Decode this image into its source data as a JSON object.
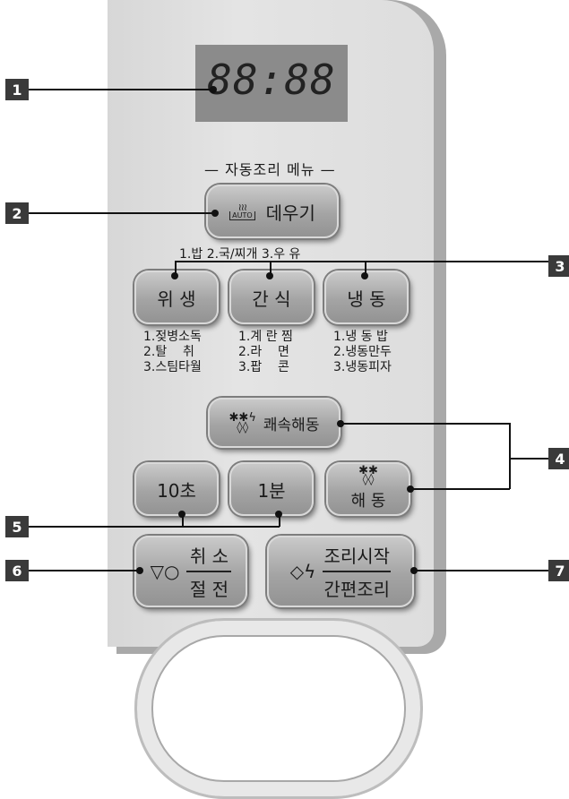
{
  "display": {
    "digits": "88:88"
  },
  "auto_menu": {
    "title": "— 자동조리 메뉴 —"
  },
  "buttons": {
    "reheat": {
      "icon_text": "AUTO",
      "label": "데우기"
    },
    "reheat_options": "1.밥  2.국/찌개  3.우 유",
    "sanitize": {
      "label": "위 생",
      "options": "1.젖병소독\n2.탈    취\n3.스팀타월"
    },
    "snack": {
      "label": "간 식",
      "options": "1.계 란 찜\n2.라    면\n3.팝    콘"
    },
    "frozen": {
      "label": "냉 동",
      "options": "1.냉 동 밥\n2.냉동만두\n3.냉동피자"
    },
    "quick_defrost": {
      "label": "쾌속해동"
    },
    "ten_sec": {
      "label": "10초"
    },
    "one_min": {
      "label": "1분"
    },
    "defrost": {
      "label": "해 동"
    },
    "cancel": {
      "label_top": "취 소",
      "label_bottom": "절 전"
    },
    "start": {
      "label_top": "조리시작",
      "label_bottom": "간편조리"
    }
  },
  "callouts": [
    "1",
    "2",
    "3",
    "4",
    "5",
    "6",
    "7"
  ]
}
